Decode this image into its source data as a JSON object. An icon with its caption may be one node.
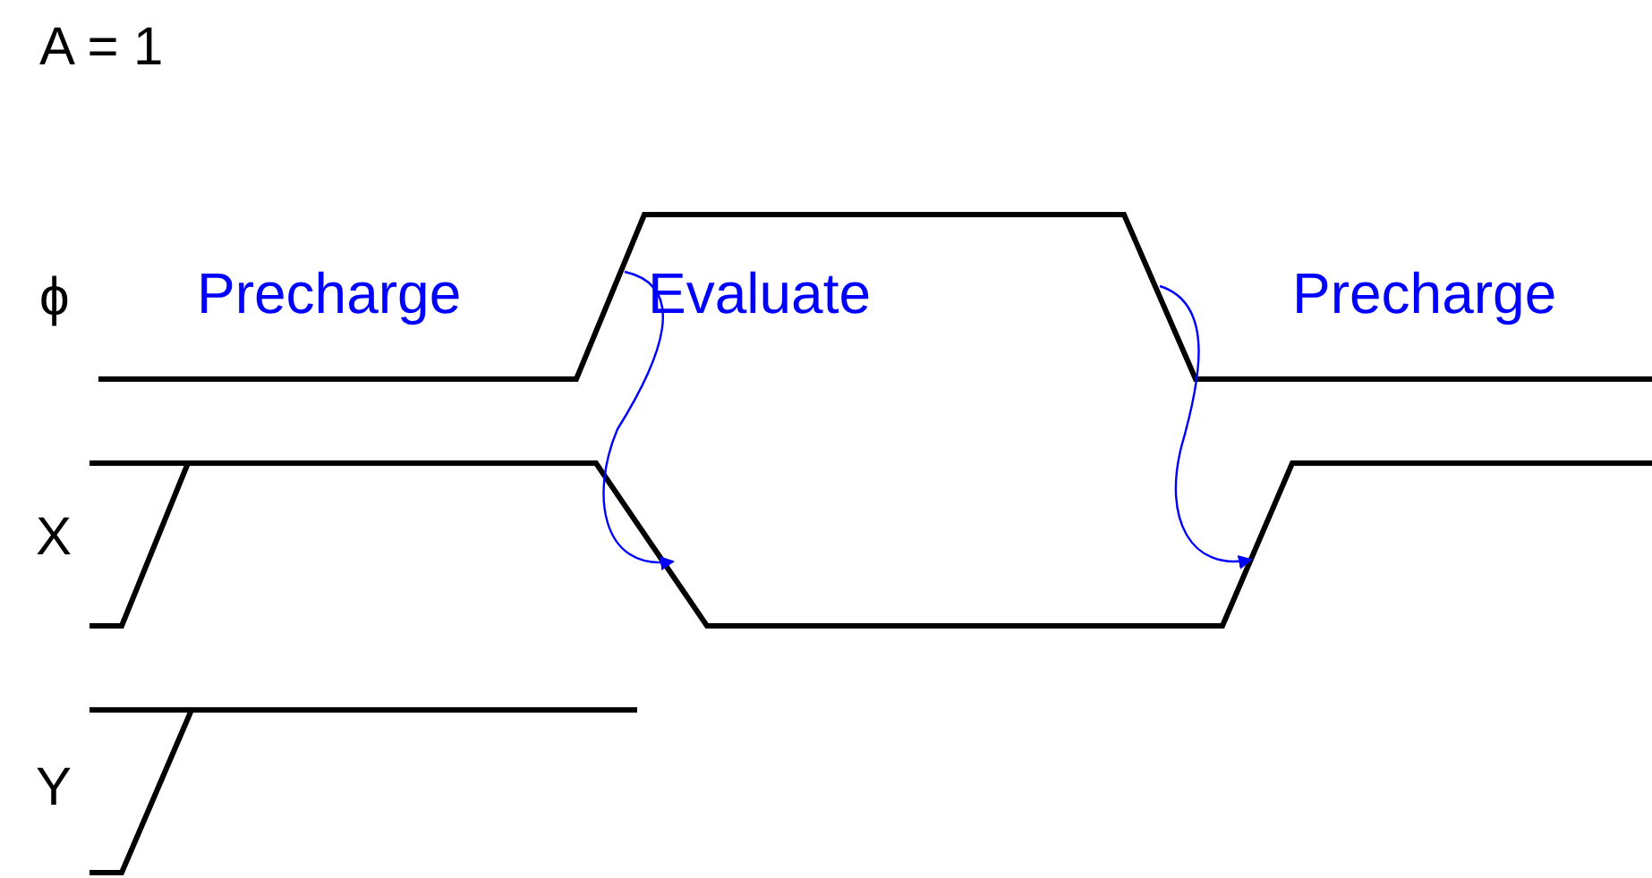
{
  "diagram": {
    "labels": [
      "A = 1",
      "ϕ",
      "Precharge",
      "Evaluate",
      "Precharge",
      "X",
      "Y"
    ]
  }
}
